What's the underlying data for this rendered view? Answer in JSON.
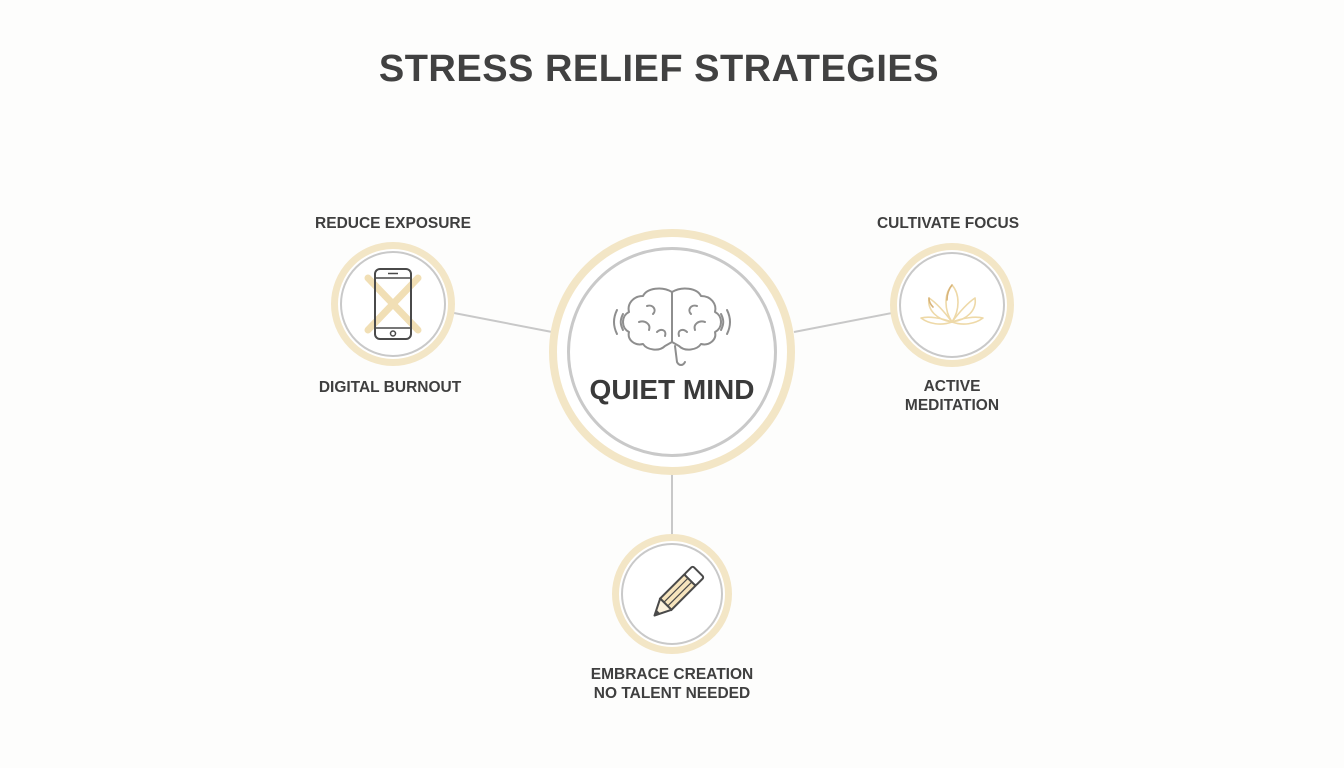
{
  "title": "STRESS RELIEF STRATEGIES",
  "center": {
    "label": "QUIET MIND",
    "icon": "brain-icon"
  },
  "nodes": {
    "left": {
      "top_label": "REDUCE EXPOSURE",
      "bottom_label": "DIGITAL BURNOUT",
      "icon": "crossed-phone-icon"
    },
    "right": {
      "top_label": "CULTIVATE FOCUS",
      "bottom_label_1": "ACTIVE",
      "bottom_label_2": "MEDITATION",
      "icon": "lotus-icon"
    },
    "bottom": {
      "bottom_label_1": "EMBRACE CREATION",
      "bottom_label_2": "NO TALENT NEEDED",
      "icon": "pencil-icon"
    }
  },
  "colors": {
    "ring": "#f3e6c6",
    "inner_border": "#c9c9c9",
    "connector": "#c8c8c8",
    "text": "#3f3f3f"
  }
}
